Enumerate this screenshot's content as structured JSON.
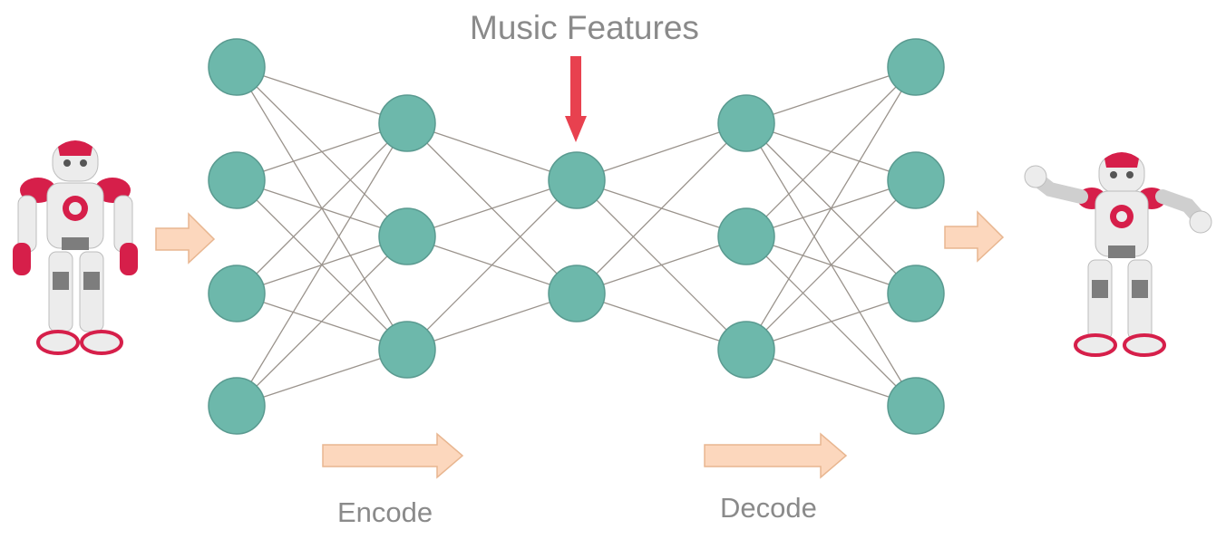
{
  "diagram": {
    "title": "Music Features",
    "encode_label": "Encode",
    "decode_label": "Decode",
    "layers": [
      {
        "name": "input-layer",
        "nodes": 4
      },
      {
        "name": "encoder-hidden-layer",
        "nodes": 3
      },
      {
        "name": "latent-layer",
        "nodes": 2
      },
      {
        "name": "decoder-hidden-layer",
        "nodes": 3
      },
      {
        "name": "output-layer",
        "nodes": 4
      }
    ],
    "colors": {
      "node_fill": "#6db8ab",
      "node_stroke": "#5a9a90",
      "edge": "#9a938c",
      "flow_arrow_fill": "#fcd7bd",
      "flow_arrow_stroke": "#e8b690",
      "feature_arrow": "#e8414f",
      "robot_red": "#d61f4a",
      "robot_white": "#ececec",
      "robot_gray": "#7d7d7d"
    },
    "icons": {
      "input_robot": "humanoid-robot-standing-icon",
      "output_robot": "humanoid-robot-dancing-icon"
    }
  }
}
